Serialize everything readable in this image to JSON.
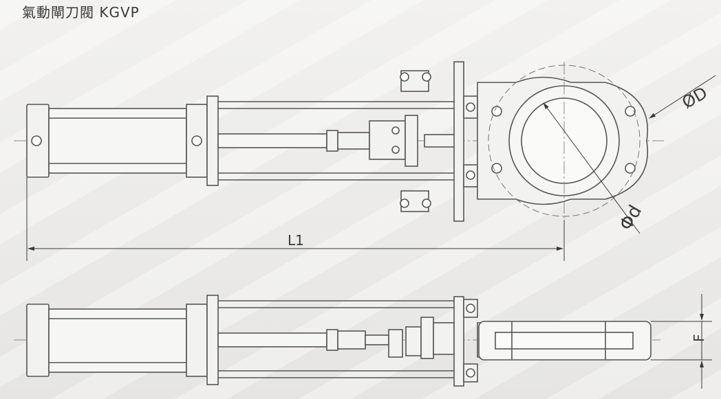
{
  "title": "氣動閘刀閥 KGVP",
  "labels": {
    "overall_length": "L1",
    "outer_diameter": "ØD",
    "bore_diameter": "Φd",
    "face_to_face": "F"
  },
  "colors": {
    "line": "#555555",
    "background": "#ecebe9",
    "text": "#3a3a3a"
  }
}
